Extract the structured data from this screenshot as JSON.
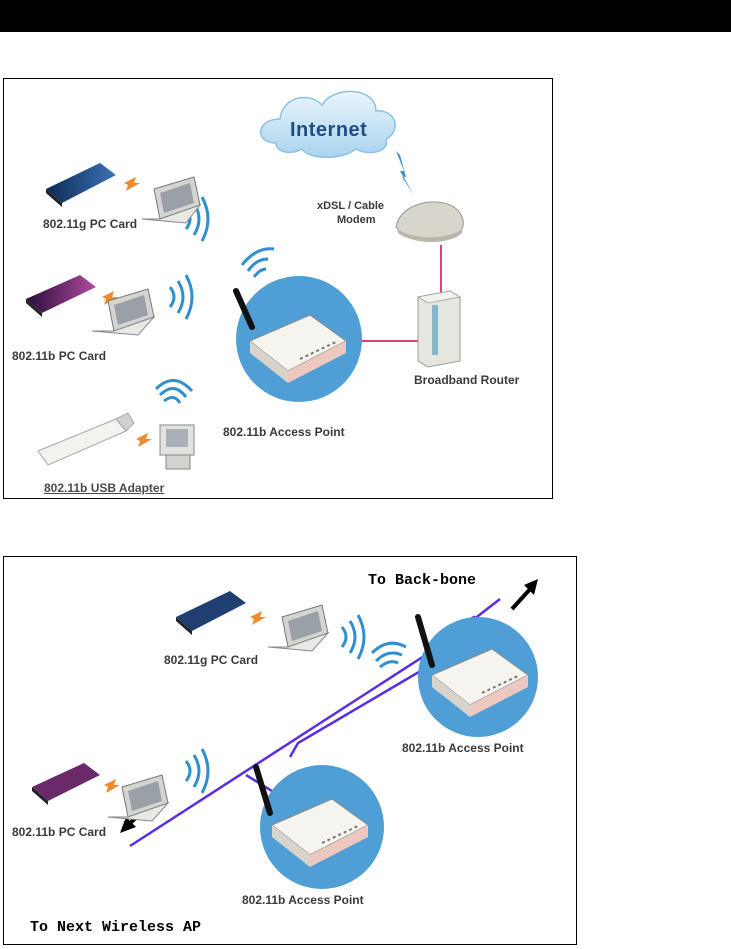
{
  "header": {
    "bar_color": "#000000"
  },
  "figure1": {
    "internet_label": "Internet",
    "modem_label_line1": "xDSL / Cable",
    "modem_label_line2": "Modem",
    "router_label": "Broadband Router",
    "ap_label": "802.11b Access Point",
    "card_g_label": "802.11g PC Card",
    "card_b_label": "802.11b PC Card",
    "usb_label": "802.11b USB Adapter"
  },
  "figure2": {
    "backbone_label": "To Back-bone",
    "next_ap_label": "To Next Wireless AP",
    "card_g_label": "802.11g PC Card",
    "card_b_label": "802.11b PC Card",
    "ap_top_label": "802.11b Access Point",
    "ap_bottom_label": "802.11b Access Point"
  },
  "colors": {
    "link_pink": "#e0407a",
    "link_purple": "#5a2ce8",
    "ap_circle": "#4f9fd6",
    "wave_blue": "#2f8fd0",
    "arrow_orange": "#f08a2a"
  }
}
